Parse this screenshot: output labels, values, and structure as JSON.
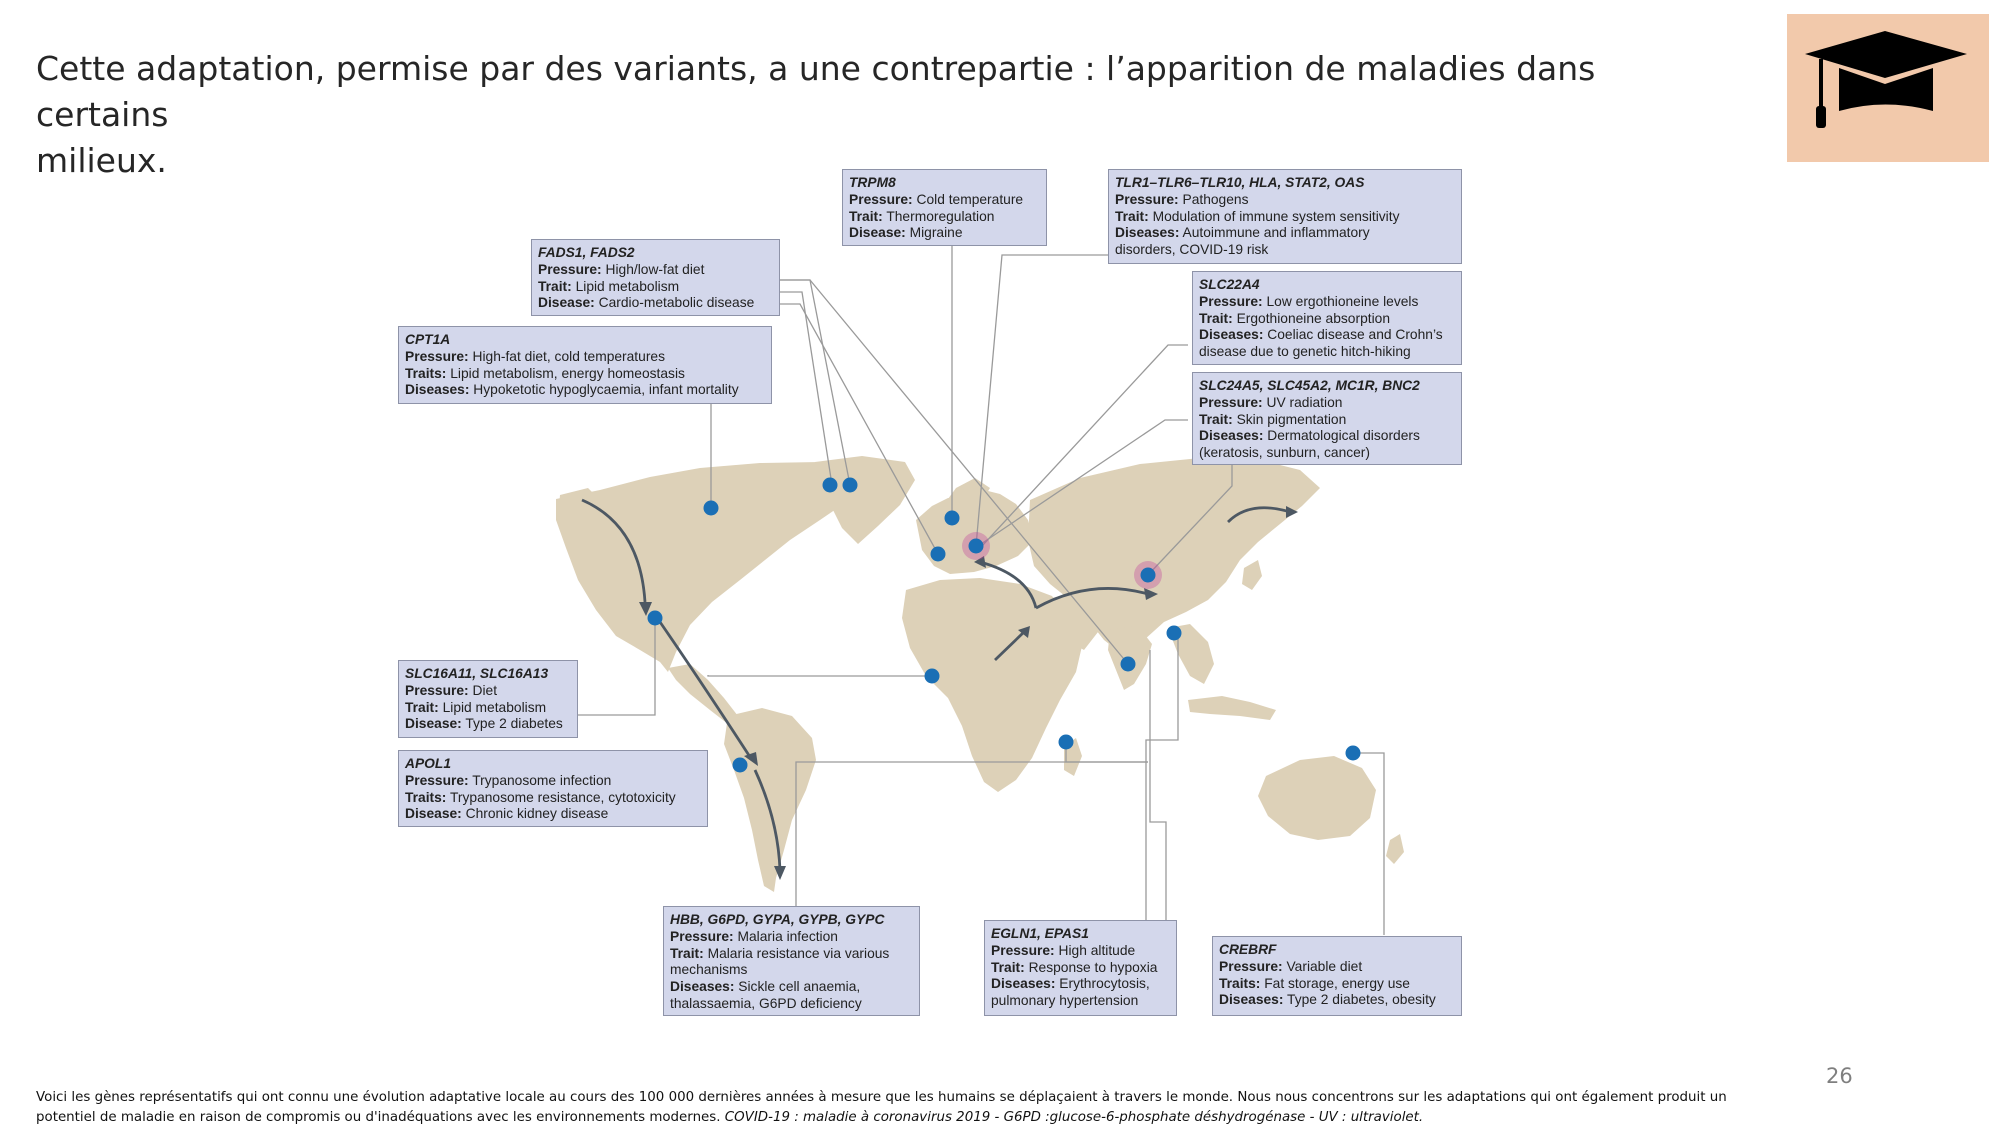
{
  "slide": {
    "title_line1": "Cette adaptation, permise par des variants, a une contrepartie : l’apparition de maladies dans certains",
    "title_line2": "milieux.",
    "page_number": "26",
    "footnote_main": "Voici les gènes représentatifs qui ont connu une évolution adaptative locale au cours des 100 000 dernières années à mesure que les humains se déplaçaient à travers le monde. Nous nous concentrons sur les adaptations qui ont également produit un potentiel de maladie en raison de compromis ou d'inadéquations avec les environnements modernes.",
    "footnote_italic": "COVID-19 : maladie à coronavirus 2019 - G6PD :glucose-6-phosphate déshydrogénase -  UV : ultraviolet.",
    "icon": "graduation-cap-icon",
    "icon_bg": "#f2c9ab"
  },
  "colors": {
    "land": "#ddd1b8",
    "box_fill": "#d3d7eb",
    "box_border": "#8e93a8",
    "marker": "#1a6fb5",
    "highlight": "#c0429c",
    "arrow": "#4d5863",
    "connector": "#9a9a9a"
  },
  "boxes": {
    "trpm8": {
      "genes": "TRPM8",
      "l1": "Pressure:",
      "v1": "Cold temperature",
      "l2": "Trait:",
      "v2": "Thermoregulation",
      "l3": "Disease:",
      "v3": "Migraine"
    },
    "tlr": {
      "genes": "TLR1–TLR6–TLR10, HLA, STAT2, OAS",
      "l1": "Pressure:",
      "v1": "Pathogens",
      "l2": "Trait:",
      "v2": "Modulation of immune system sensitivity",
      "l3": "Diseases:",
      "v3": "Autoimmune and inflammatory",
      "v3b": "disorders, COVID-19 risk"
    },
    "fads": {
      "genes": "FADS1, FADS2",
      "l1": "Pressure:",
      "v1": "High/low-fat diet",
      "l2": "Trait:",
      "v2": "Lipid metabolism",
      "l3": "Disease:",
      "v3": "Cardio-metabolic disease"
    },
    "cpt1a": {
      "genes": "CPT1A",
      "l1": "Pressure:",
      "v1": "High-fat diet, cold temperatures",
      "l2": "Traits:",
      "v2": "Lipid metabolism, energy homeostasis",
      "l3": "Diseases:",
      "v3": "Hypoketotic hypoglycaemia, infant mortality"
    },
    "slc22a4": {
      "genes": "SLC22A4",
      "l1": "Pressure:",
      "v1": "Low ergothioneine levels",
      "l2": "Trait:",
      "v2": "Ergothioneine absorption",
      "l3": "Diseases:",
      "v3": "Coeliac disease and Crohn’s",
      "v3b": "disease due to genetic hitch-hiking"
    },
    "slc24a5": {
      "genes": "SLC24A5, SLC45A2, MC1R, BNC2",
      "l1": "Pressure:",
      "v1": "UV radiation",
      "l2": "Trait:",
      "v2": "Skin pigmentation",
      "l3": "Diseases:",
      "v3": "Dermatological disorders",
      "v3b": "(keratosis, sunburn, cancer)"
    },
    "slc16a11": {
      "genes": "SLC16A11, SLC16A13",
      "l1": "Pressure:",
      "v1": "Diet",
      "l2": "Trait:",
      "v2": "Lipid metabolism",
      "l3": "Disease:",
      "v3": "Type 2 diabetes"
    },
    "apol1": {
      "genes": "APOL1",
      "l1": "Pressure:",
      "v1": "Trypanosome infection",
      "l2": "Traits:",
      "v2": "Trypanosome resistance, cytotoxicity",
      "l3": "Disease:",
      "v3": "Chronic kidney disease"
    },
    "hbb": {
      "genes": "HBB, G6PD, GYPA, GYPB, GYPC",
      "l1": "Pressure:",
      "v1": "Malaria infection",
      "l2": "Trait:",
      "v2": "Malaria resistance via various",
      "v2b": "mechanisms",
      "l3": "Diseases:",
      "v3": "Sickle cell anaemia,",
      "v3b": "thalassaemia, G6PD deficiency"
    },
    "egln1": {
      "genes": "EGLN1, EPAS1",
      "l1": "Pressure:",
      "v1": "High altitude",
      "l2": "Trait:",
      "v2": "Response to hypoxia",
      "l3": "Diseases:",
      "v3": "Erythrocytosis,",
      "v3b": "pulmonary hypertension"
    },
    "crebrf": {
      "genes": "CREBRF",
      "l1": "Pressure:",
      "v1": "Variable diet",
      "l2": "Traits:",
      "v2": "Fat storage, energy use",
      "l3": "Diseases:",
      "v3": "Type 2 diabetes, obesity"
    }
  }
}
